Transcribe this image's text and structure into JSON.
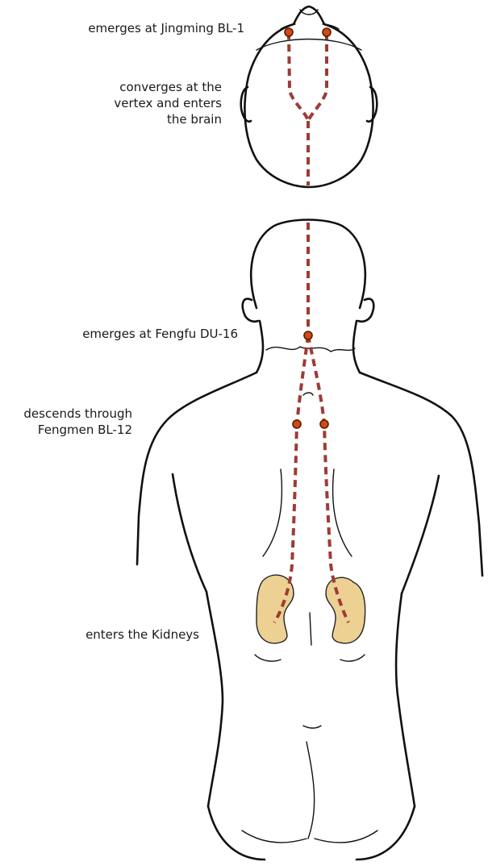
{
  "labels": {
    "jingming": "emerges at Jingming BL-1",
    "vertex_1": "converges at the",
    "vertex_2": "vertex and enters",
    "vertex_3": "the brain",
    "fengfu": "emerges at Fengfu DU-16",
    "fengmen_1": "descends through",
    "fengmen_2": "Fengmen BL-12",
    "kidneys": "enters the Kidneys"
  },
  "colors": {
    "channel": "#9e3b35",
    "point": "#d04a14",
    "kidney": "#ecd193",
    "outline": "#111111"
  }
}
